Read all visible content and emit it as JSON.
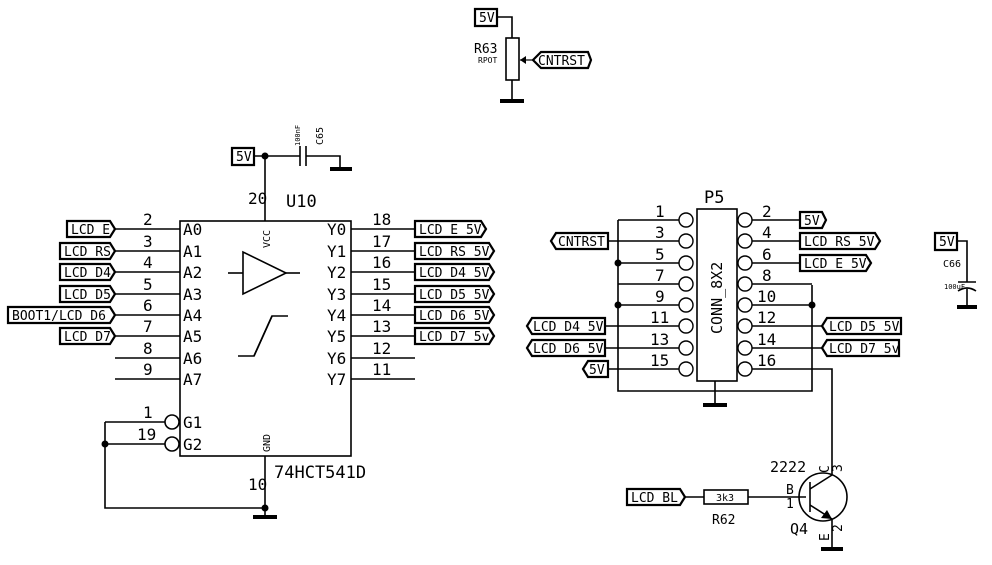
{
  "u10": {
    "ref": "U10",
    "value": "74HCT541D",
    "vcc_label": "VCC",
    "gnd_label": "GND",
    "vcc_pin": "20",
    "gnd_pin": "10",
    "left_pins": [
      {
        "num": "2",
        "name": "A0",
        "net": "LCD_E"
      },
      {
        "num": "3",
        "name": "A1",
        "net": "LCD_RS"
      },
      {
        "num": "4",
        "name": "A2",
        "net": "LCD_D4"
      },
      {
        "num": "5",
        "name": "A3",
        "net": "LCD_D5"
      },
      {
        "num": "6",
        "name": "A4",
        "net": "BOOT1/LCD_D6"
      },
      {
        "num": "7",
        "name": "A5",
        "net": "LCD_D7"
      },
      {
        "num": "8",
        "name": "A6",
        "net": ""
      },
      {
        "num": "9",
        "name": "A7",
        "net": ""
      }
    ],
    "right_pins": [
      {
        "num": "18",
        "name": "Y0",
        "net": "LCD_E_5V"
      },
      {
        "num": "17",
        "name": "Y1",
        "net": "LCD_RS_5V"
      },
      {
        "num": "16",
        "name": "Y2",
        "net": "LCD_D4_5V"
      },
      {
        "num": "15",
        "name": "Y3",
        "net": "LCD_D5_5V"
      },
      {
        "num": "14",
        "name": "Y4",
        "net": "LCD_D6_5V"
      },
      {
        "num": "13",
        "name": "Y5",
        "net": "LCD_D7_5v"
      },
      {
        "num": "12",
        "name": "Y6",
        "net": ""
      },
      {
        "num": "11",
        "name": "Y7",
        "net": ""
      }
    ],
    "gate_pins": [
      {
        "num": "1",
        "name": "G1"
      },
      {
        "num": "19",
        "name": "G2"
      }
    ]
  },
  "c65": {
    "ref": "C65",
    "value": "100nF",
    "supply": "5V"
  },
  "r63": {
    "ref": "R63",
    "value": "RPOT",
    "supply": "5V",
    "net": "CNTRST"
  },
  "p5": {
    "ref": "P5",
    "value": "CONN_8X2",
    "left_pins": [
      {
        "num": "1",
        "net": ""
      },
      {
        "num": "3",
        "net": "CNTRST"
      },
      {
        "num": "5",
        "net": ""
      },
      {
        "num": "7",
        "net": ""
      },
      {
        "num": "9",
        "net": ""
      },
      {
        "num": "11",
        "net": "LCD_D4_5V"
      },
      {
        "num": "13",
        "net": "LCD_D6_5V"
      },
      {
        "num": "15",
        "net": "5V"
      }
    ],
    "right_pins": [
      {
        "num": "2",
        "net": "5V"
      },
      {
        "num": "4",
        "net": "LCD_RS_5V"
      },
      {
        "num": "6",
        "net": "LCD_E_5V"
      },
      {
        "num": "8",
        "net": ""
      },
      {
        "num": "10",
        "net": ""
      },
      {
        "num": "12",
        "net": "LCD_D5_5V"
      },
      {
        "num": "14",
        "net": "LCD_D7_5v"
      },
      {
        "num": "16",
        "net": ""
      }
    ]
  },
  "c66": {
    "ref": "C66",
    "value": "100uF",
    "supply": "5V"
  },
  "q4": {
    "ref": "Q4",
    "value": "2222",
    "pin_b": "B",
    "pin_c": "C",
    "pin_e": "E",
    "num_b": "1",
    "num_c": "3",
    "num_e": "2"
  },
  "r62": {
    "ref": "R62",
    "value": "3k3",
    "net": "LCD_BL"
  }
}
